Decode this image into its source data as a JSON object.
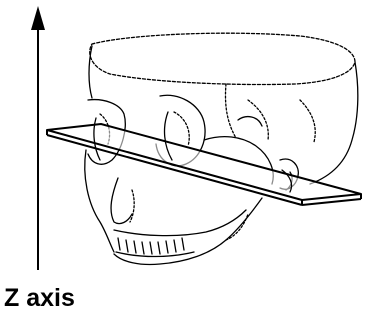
{
  "figure": {
    "axis_caption": "Z axis",
    "colors": {
      "ink": "#000000",
      "background": "#ffffff"
    },
    "elements": [
      "z-axis-arrow",
      "skull-drawing",
      "cutting-plane"
    ]
  }
}
